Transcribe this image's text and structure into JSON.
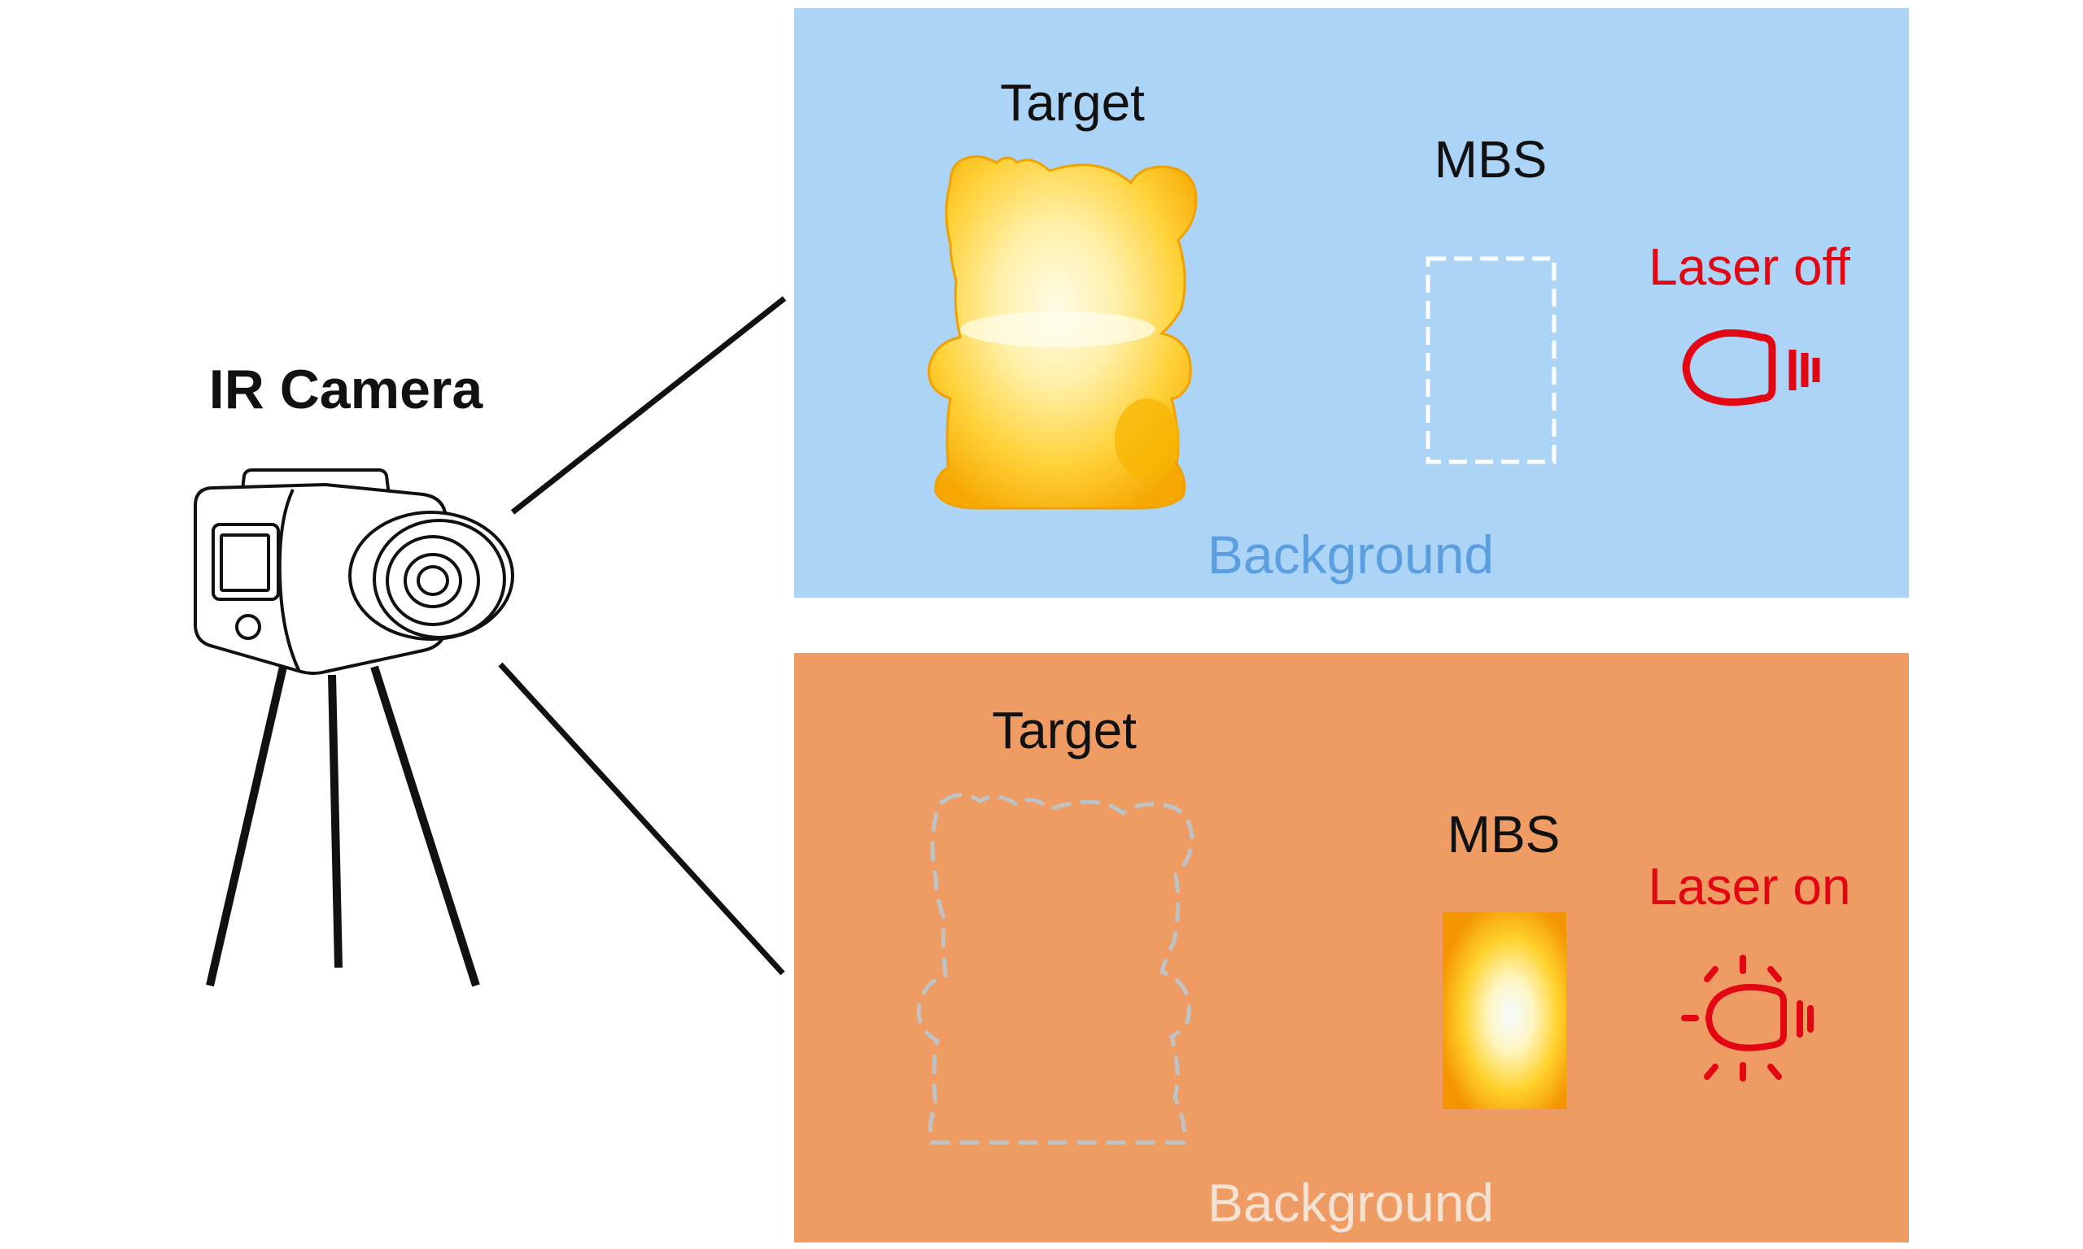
{
  "camera": {
    "label": "IR Camera"
  },
  "top_panel": {
    "target_label": "Target",
    "mbs_label": "MBS",
    "laser_label": "Laser off",
    "background_label": "Background",
    "bg_color": "#acd4f7",
    "background_text_color": "#5b9ee0",
    "laser_color": "#e30613",
    "icon": "light-bulb-off-icon"
  },
  "bottom_panel": {
    "target_label": "Target",
    "mbs_label": "MBS",
    "laser_label": "Laser on",
    "background_label": "Background",
    "bg_color": "#ee9c63",
    "background_text_color": "#f6e2d2",
    "laser_color": "#e30613",
    "icon": "light-bulb-on-icon"
  }
}
